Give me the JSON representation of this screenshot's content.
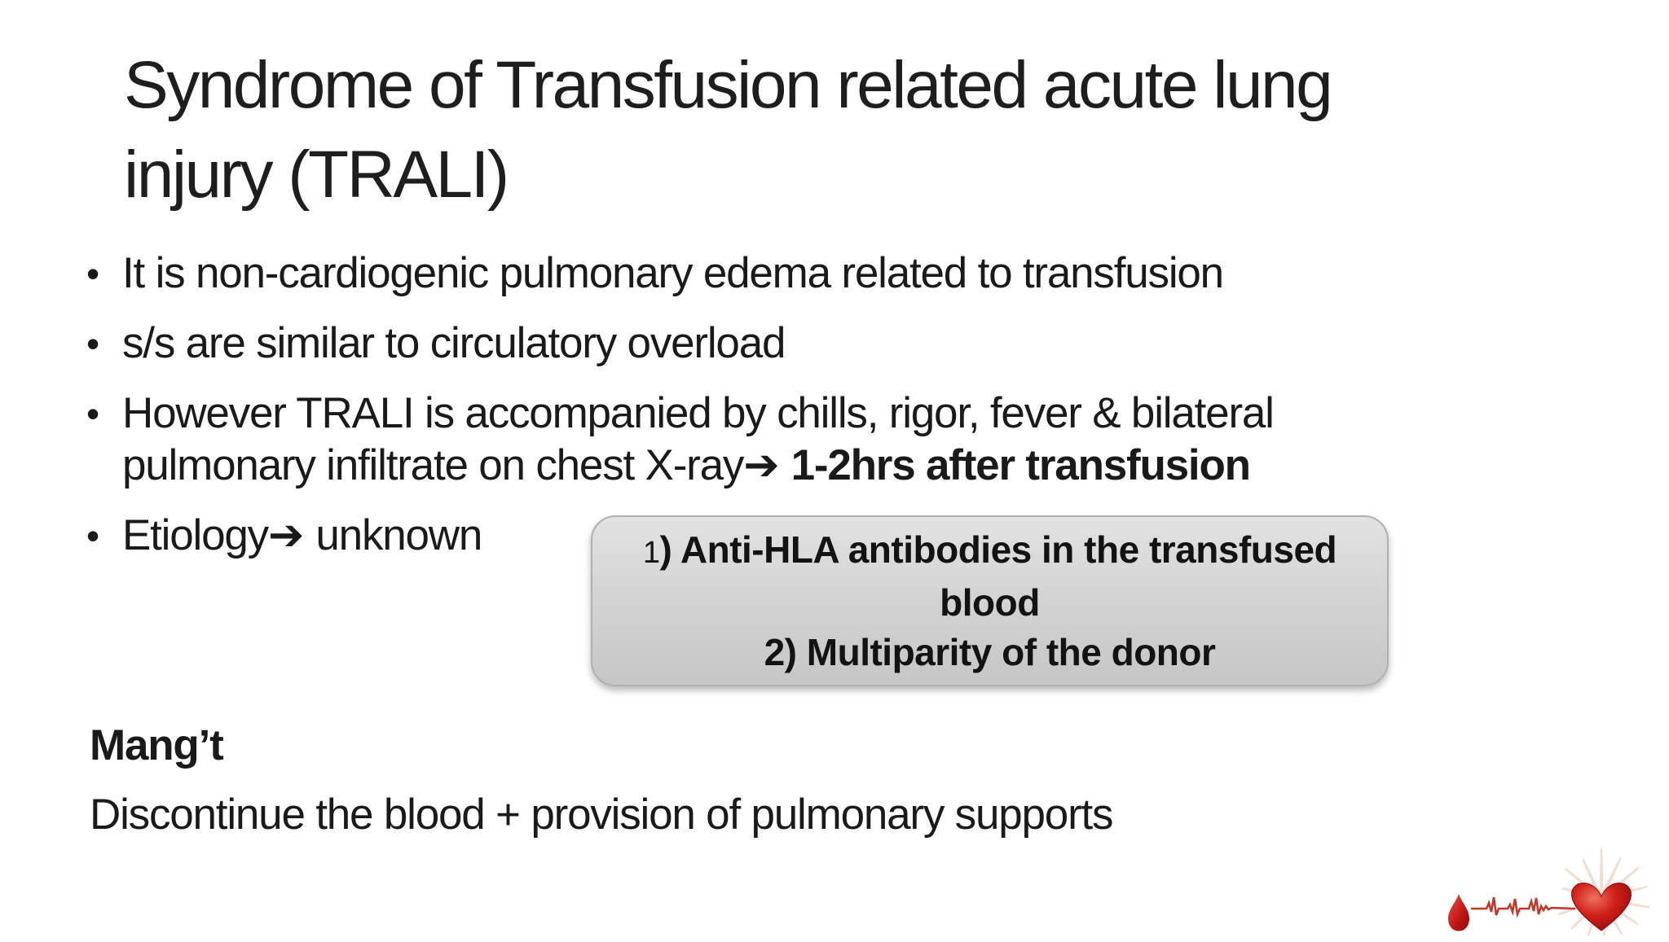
{
  "slide": {
    "title": {
      "line1": "Syndrome of Transfusion related acute lung",
      "line2": "injury (TRALI)"
    },
    "bullets": {
      "marker": "•",
      "item1": "It is non-cardiogenic pulmonary edema related to transfusion",
      "item2": "s/s are similar to circulatory overload",
      "item3": {
        "line1": "However TRALI is accompanied by chills, rigor, fever & bilateral",
        "line2_normal": "pulmonary infiltrate on chest X-ray",
        "arrow": "➔",
        "line2_bold": "1-2hrs after transfusion"
      },
      "item4": {
        "normal": "Etiology",
        "arrow": "➔",
        "rest": "unknown"
      }
    },
    "etiology_box": {
      "line1_number": "1",
      "line1_text": ") Anti-HLA antibodies in the transfused",
      "line2": "blood",
      "line3": "2) Multiparity of the donor"
    },
    "management": {
      "heading": "Mang’t",
      "body": "Discontinue the blood + provision of pulmonary supports"
    },
    "icons": [
      "blood-drop-icon",
      "ecg-line-icon",
      "heart-icon",
      "sunburst-rays-icon"
    ],
    "colors": {
      "background": "#ffffff",
      "text": "#1a1a1a",
      "box_fill_top": "#e2e2e2",
      "box_fill_bottom": "#c6c6c6",
      "box_border": "#b0b0b0",
      "heart_red": "#b81414",
      "ecg_red": "#c0392b",
      "ray_peach": "#f2ddd0"
    }
  }
}
